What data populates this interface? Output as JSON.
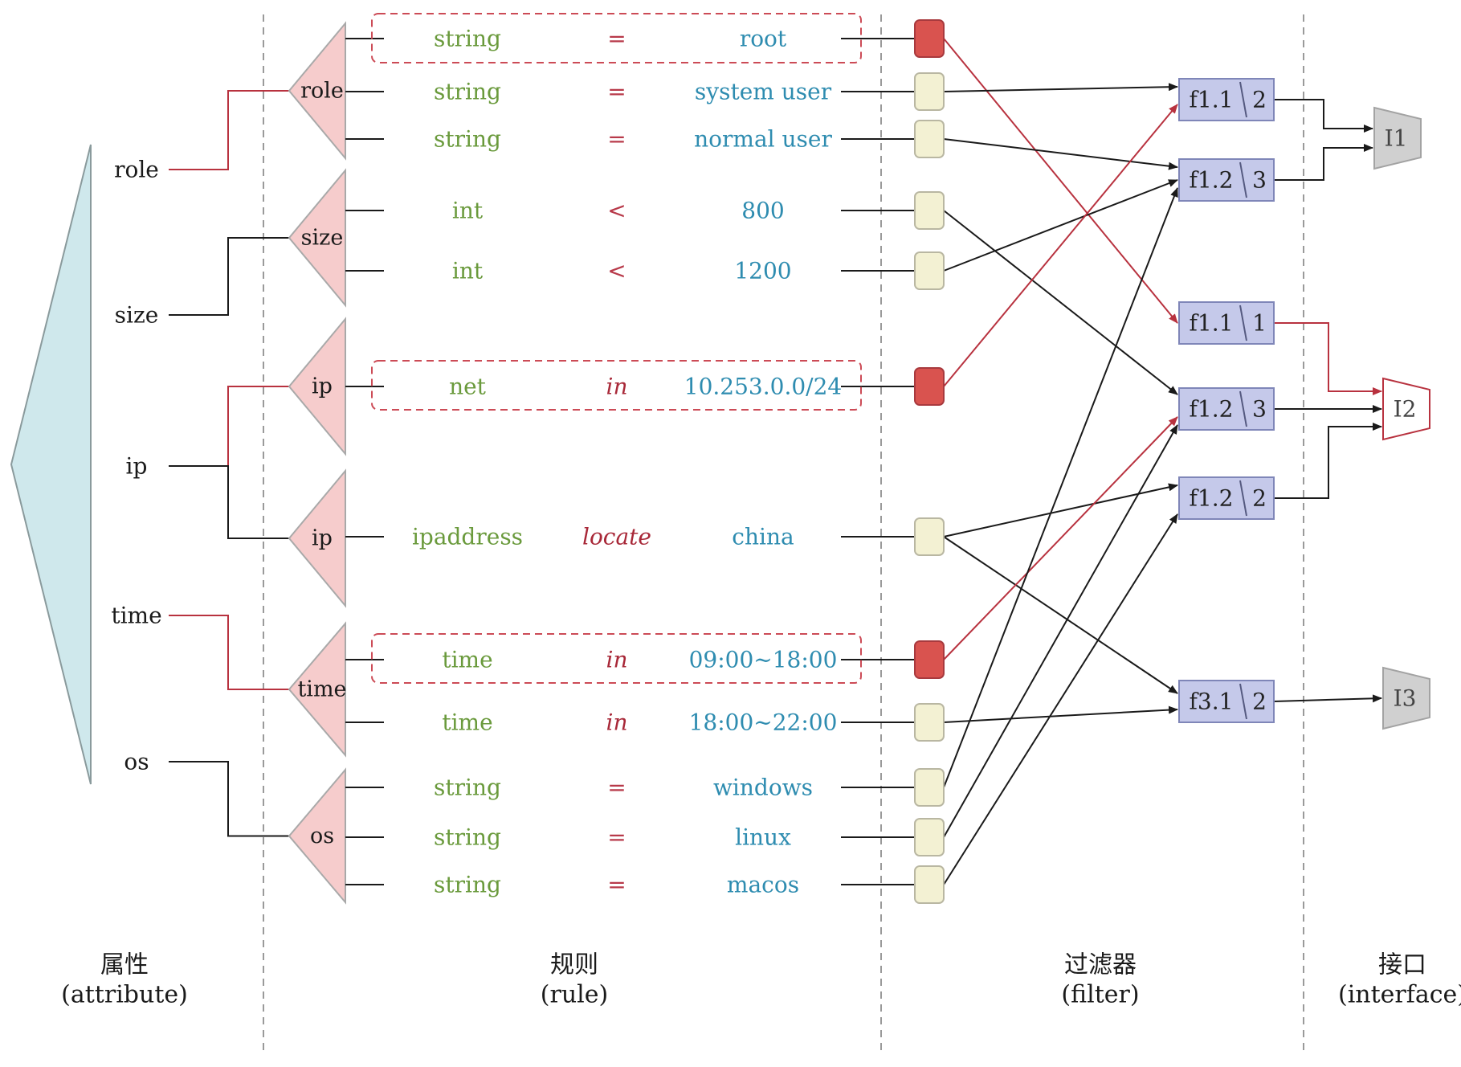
{
  "attributes": [
    {
      "id": "role",
      "label": "role"
    },
    {
      "id": "size",
      "label": "size"
    },
    {
      "id": "ip",
      "label": "ip"
    },
    {
      "id": "time",
      "label": "time"
    },
    {
      "id": "os",
      "label": "os"
    }
  ],
  "rule_groups": [
    {
      "id": "g-role",
      "label": "role"
    },
    {
      "id": "g-size",
      "label": "size"
    },
    {
      "id": "g-ip1",
      "label": "ip"
    },
    {
      "id": "g-ip2",
      "label": "ip"
    },
    {
      "id": "g-time",
      "label": "time"
    },
    {
      "id": "g-os",
      "label": "os"
    }
  ],
  "rules": [
    {
      "id": "r1",
      "type": "string",
      "op": "=",
      "op_style": "plain",
      "value": "root",
      "matched": true
    },
    {
      "id": "r2",
      "type": "string",
      "op": "=",
      "op_style": "plain",
      "value": "system user",
      "matched": false
    },
    {
      "id": "r3",
      "type": "string",
      "op": "=",
      "op_style": "plain",
      "value": "normal user",
      "matched": false
    },
    {
      "id": "r4",
      "type": "int",
      "op": "<",
      "op_style": "plain",
      "value": "800",
      "matched": false
    },
    {
      "id": "r5",
      "type": "int",
      "op": "<",
      "op_style": "plain",
      "value": "1200",
      "matched": false
    },
    {
      "id": "r6",
      "type": "net",
      "op": "in",
      "op_style": "italic",
      "value": "10.253.0.0/24",
      "matched": true
    },
    {
      "id": "r7",
      "type": "ipaddress",
      "op": "locate",
      "op_style": "italic",
      "value": "china",
      "matched": false
    },
    {
      "id": "r8",
      "type": "time",
      "op": "in",
      "op_style": "italic",
      "value": "09:00~18:00",
      "matched": true
    },
    {
      "id": "r9",
      "type": "time",
      "op": "in",
      "op_style": "italic",
      "value": "18:00~22:00",
      "matched": false
    },
    {
      "id": "r10",
      "type": "string",
      "op": "=",
      "op_style": "plain",
      "value": "windows",
      "matched": false
    },
    {
      "id": "r11",
      "type": "string",
      "op": "=",
      "op_style": "plain",
      "value": "linux",
      "matched": false
    },
    {
      "id": "r12",
      "type": "string",
      "op": "=",
      "op_style": "plain",
      "value": "macos",
      "matched": false
    }
  ],
  "filters": [
    {
      "id": "fA",
      "name": "f1.1",
      "count": "2"
    },
    {
      "id": "fB",
      "name": "f1.2",
      "count": "3"
    },
    {
      "id": "fC",
      "name": "f1.1",
      "count": "1"
    },
    {
      "id": "fD",
      "name": "f1.2",
      "count": "3"
    },
    {
      "id": "fE",
      "name": "f1.2",
      "count": "2"
    },
    {
      "id": "fF",
      "name": "f3.1",
      "count": "2"
    }
  ],
  "interfaces": [
    {
      "id": "I1",
      "label": "I1",
      "active": false
    },
    {
      "id": "I2",
      "label": "I2",
      "active": true
    },
    {
      "id": "I3",
      "label": "I3",
      "active": false
    }
  ],
  "rule_to_filter": [
    {
      "from": "r1",
      "to": "fC",
      "active": true
    },
    {
      "from": "r2",
      "to": "fA",
      "active": false
    },
    {
      "from": "r3",
      "to": "fB",
      "active": false
    },
    {
      "from": "r4",
      "to": "fD",
      "active": false
    },
    {
      "from": "r5",
      "to": "fB",
      "active": false
    },
    {
      "from": "r6",
      "to": "fA",
      "active": true
    },
    {
      "from": "r7",
      "to": "fE",
      "active": false
    },
    {
      "from": "r7",
      "to": "fF",
      "active": false
    },
    {
      "from": "r8",
      "to": "fD",
      "active": true
    },
    {
      "from": "r9",
      "to": "fF",
      "active": false
    },
    {
      "from": "r10",
      "to": "fB",
      "active": false
    },
    {
      "from": "r11",
      "to": "fD",
      "active": false
    },
    {
      "from": "r12",
      "to": "fE",
      "active": false
    }
  ],
  "filter_to_interface": [
    {
      "from": "fA",
      "to": "I1",
      "active": false
    },
    {
      "from": "fB",
      "to": "I1",
      "active": false
    },
    {
      "from": "fC",
      "to": "I2",
      "active": true
    },
    {
      "from": "fD",
      "to": "I2",
      "active": false
    },
    {
      "from": "fE",
      "to": "I2",
      "active": false
    },
    {
      "from": "fF",
      "to": "I3",
      "active": false
    }
  ],
  "attribute_links": [
    {
      "from": "role",
      "to": "g-role",
      "active": true
    },
    {
      "from": "size",
      "to": "g-size",
      "active": false
    },
    {
      "from": "ip",
      "to": "g-ip1",
      "active": true
    },
    {
      "from": "ip",
      "to": "g-ip2",
      "active": false
    },
    {
      "from": "time",
      "to": "g-time",
      "active": true
    },
    {
      "from": "os",
      "to": "g-os",
      "active": false
    }
  ],
  "columns": [
    {
      "id": "attribute",
      "title_cn": "属性",
      "title_en": "(attribute)"
    },
    {
      "id": "rule",
      "title_cn": "规则",
      "title_en": "(rule)"
    },
    {
      "id": "filter",
      "title_cn": "过滤器",
      "title_en": "(filter)"
    },
    {
      "id": "interface",
      "title_cn": "接口",
      "title_en": "(interface)"
    }
  ],
  "colors": {
    "active": "#b8323f",
    "inactive": "#1a1a1a",
    "root_triangle": "#cfe8ec",
    "group_triangle": "#f6cccc",
    "matched_node": "#d9534f",
    "unmatched_node": "#f3f1d3",
    "filter_box": "#c5c9ea",
    "interface_fill": "#d0d0d0",
    "interface_active_fill": "#ffffff",
    "type_text": "#6a9a3c",
    "op_text": "#b83a4a",
    "value_text": "#2e8cb0"
  }
}
